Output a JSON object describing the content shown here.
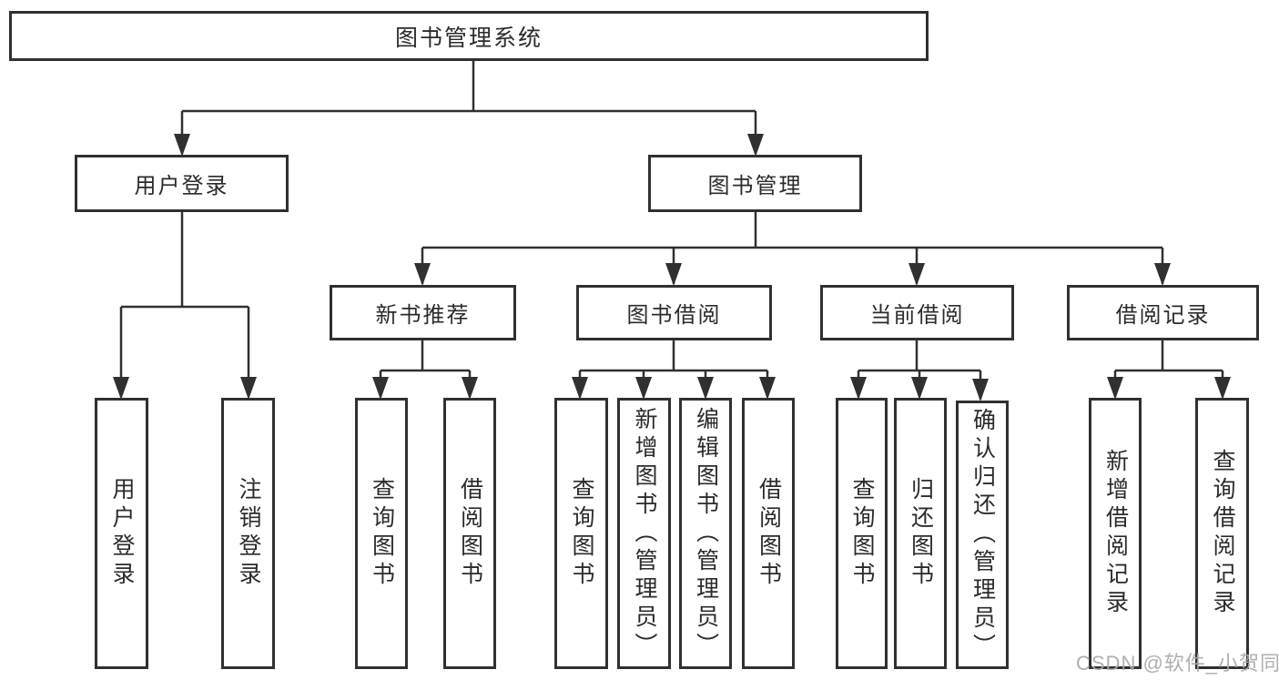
{
  "tree": {
    "label": "图书管理系统",
    "children": [
      {
        "label": "用户登录",
        "children": [
          {
            "label": "用户登录"
          },
          {
            "label": "注销登录"
          }
        ]
      },
      {
        "label": "图书管理",
        "children": [
          {
            "label": "新书推荐",
            "children": [
              {
                "label": "查询图书"
              },
              {
                "label": "借阅图书"
              }
            ]
          },
          {
            "label": "图书借阅",
            "children": [
              {
                "label": "查询图书"
              },
              {
                "label": "新增图书（管理员）"
              },
              {
                "label": "编辑图书（管理员）"
              },
              {
                "label": "借阅图书"
              }
            ]
          },
          {
            "label": "当前借阅",
            "children": [
              {
                "label": "查询图书"
              },
              {
                "label": "归还图书"
              },
              {
                "label": "确认归还（管理员）"
              }
            ]
          },
          {
            "label": "借阅记录",
            "children": [
              {
                "label": "新增借阅记录"
              },
              {
                "label": "查询借阅记录"
              }
            ]
          }
        ]
      }
    ]
  },
  "watermark": "CSDN @软件_小贺同学",
  "colors": {
    "line": "#303030",
    "text": "#2b2b2b",
    "watermark": "#a8a8a8",
    "background": "#ffffff"
  }
}
